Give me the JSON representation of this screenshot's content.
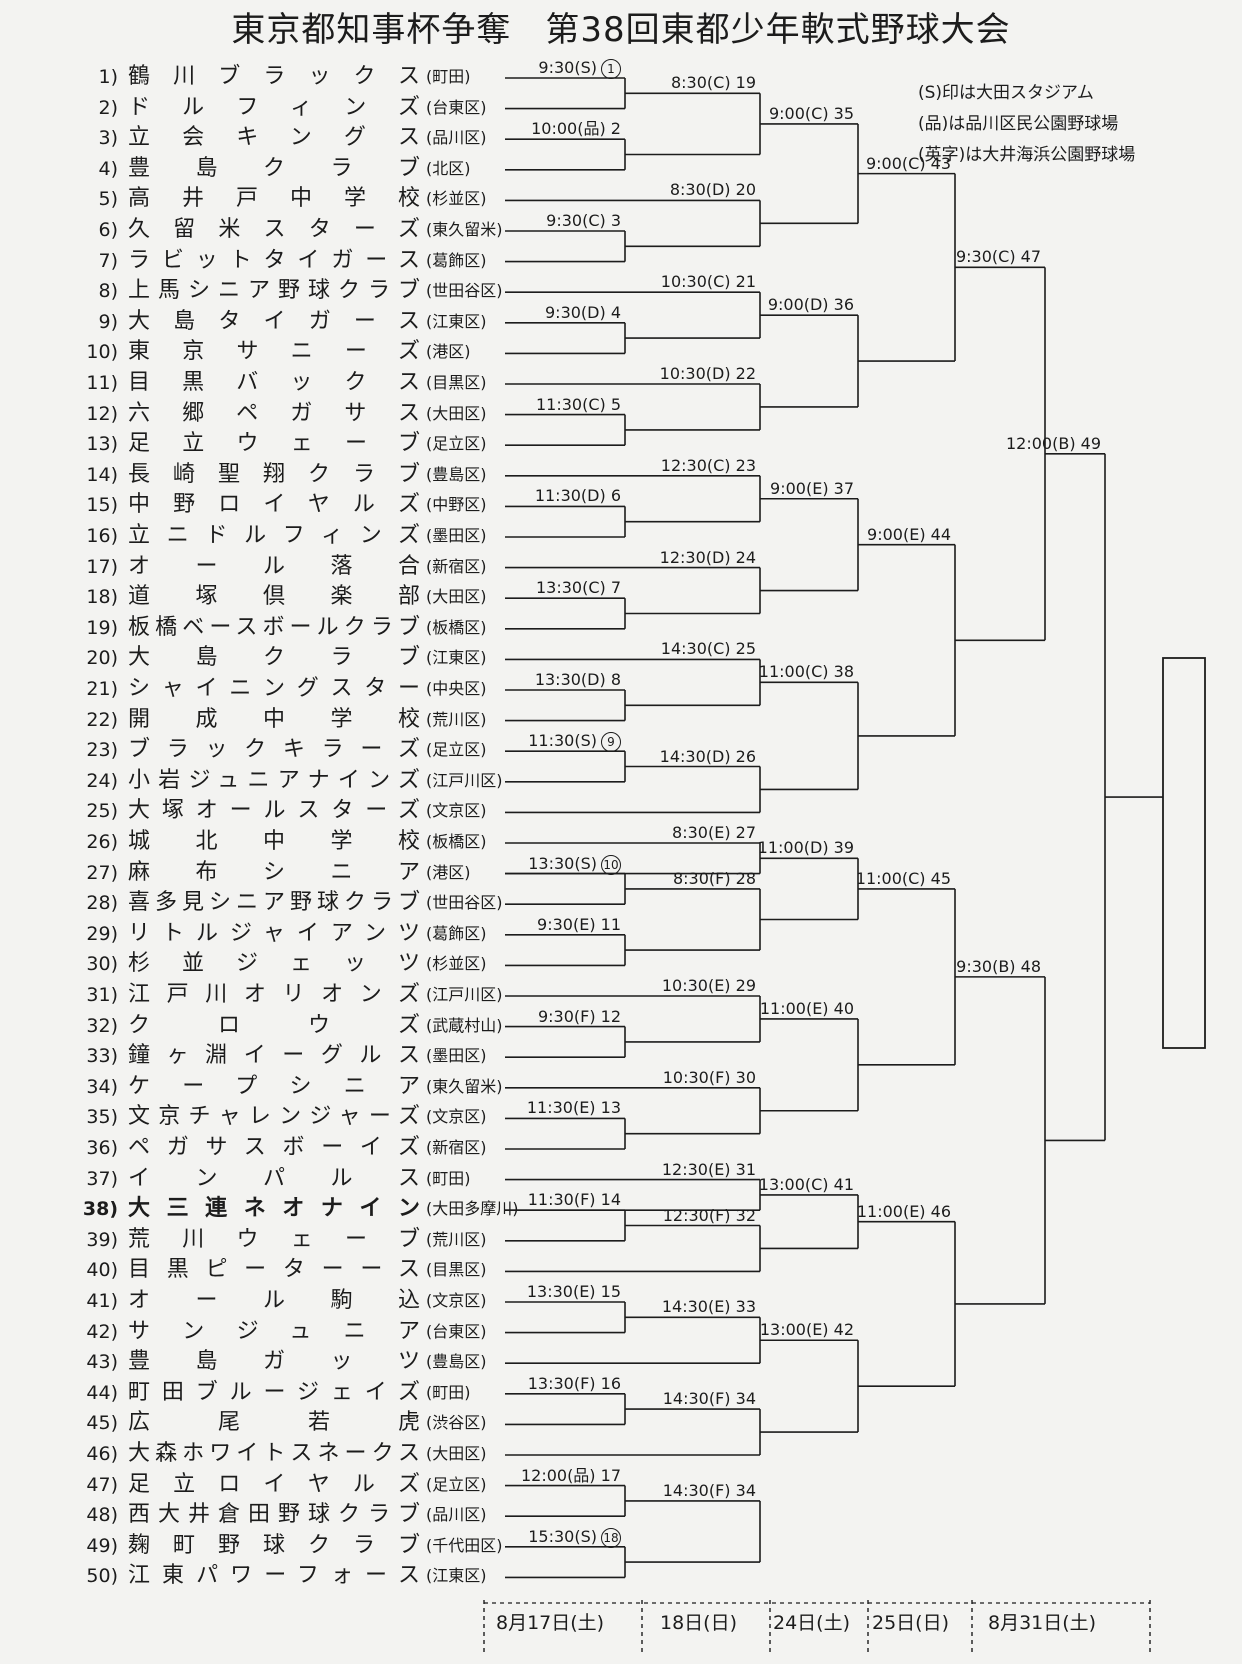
{
  "title_main": "東京都知事杯争奪",
  "title_sub": "第38回東都少年軟式野球大会",
  "legend": [
    "(S)印は大田スタジアム",
    "(品)は品川区民公園野球場",
    "(英字)は大井海浜公園野球場"
  ],
  "teams": [
    {
      "num": "1)",
      "name": "鶴川ブラックス",
      "region": "(町田)"
    },
    {
      "num": "2)",
      "name": "ドルフィンズ",
      "region": "(台東区)"
    },
    {
      "num": "3)",
      "name": "立会キングス",
      "region": "(品川区)"
    },
    {
      "num": "4)",
      "name": "豊島クラブ",
      "region": "(北区)"
    },
    {
      "num": "5)",
      "name": "高井戸中学校",
      "region": "(杉並区)"
    },
    {
      "num": "6)",
      "name": "久留米スターズ",
      "region": "(東久留米)"
    },
    {
      "num": "7)",
      "name": "ラビットタイガース",
      "region": "(葛飾区)"
    },
    {
      "num": "8)",
      "name": "上馬シニア野球クラブ",
      "region": "(世田谷区)"
    },
    {
      "num": "9)",
      "name": "大島タイガース",
      "region": "(江東区)"
    },
    {
      "num": "10)",
      "name": "東京サニーズ",
      "region": "(港区)"
    },
    {
      "num": "11)",
      "name": "目黒バックス",
      "region": "(目黒区)"
    },
    {
      "num": "12)",
      "name": "六郷ペガサス",
      "region": "(大田区)"
    },
    {
      "num": "13)",
      "name": "足立ウェーブ",
      "region": "(足立区)"
    },
    {
      "num": "14)",
      "name": "長崎聖翔クラブ",
      "region": "(豊島区)"
    },
    {
      "num": "15)",
      "name": "中野ロイヤルズ",
      "region": "(中野区)"
    },
    {
      "num": "16)",
      "name": "立ニドルフィンズ",
      "region": "(墨田区)"
    },
    {
      "num": "17)",
      "name": "オール落合",
      "region": "(新宿区)"
    },
    {
      "num": "18)",
      "name": "道塚倶楽部",
      "region": "(大田区)"
    },
    {
      "num": "19)",
      "name": "板橋ベースボールクラブ",
      "region": "(板橋区)"
    },
    {
      "num": "20)",
      "name": "大島クラブ",
      "region": "(江東区)"
    },
    {
      "num": "21)",
      "name": "シャイニングスター",
      "region": "(中央区)"
    },
    {
      "num": "22)",
      "name": "開成中学校",
      "region": "(荒川区)"
    },
    {
      "num": "23)",
      "name": "ブラックキラーズ",
      "region": "(足立区)"
    },
    {
      "num": "24)",
      "name": "小岩ジュニアナインズ",
      "region": "(江戸川区)"
    },
    {
      "num": "25)",
      "name": "大塚オールスターズ",
      "region": "(文京区)"
    },
    {
      "num": "26)",
      "name": "城北中学校",
      "region": "(板橋区)"
    },
    {
      "num": "27)",
      "name": "麻布シニア",
      "region": "(港区)"
    },
    {
      "num": "28)",
      "name": "喜多見シニア野球クラブ",
      "region": "(世田谷区)"
    },
    {
      "num": "29)",
      "name": "リトルジャイアンツ",
      "region": "(葛飾区)"
    },
    {
      "num": "30)",
      "name": "杉並ジェッツ",
      "region": "(杉並区)"
    },
    {
      "num": "31)",
      "name": "江戸川オリオンズ",
      "region": "(江戸川区)"
    },
    {
      "num": "32)",
      "name": "クロウズ",
      "region": "(武蔵村山)"
    },
    {
      "num": "33)",
      "name": "鐘ヶ淵イーグルス",
      "region": "(墨田区)"
    },
    {
      "num": "34)",
      "name": "ケープシニア",
      "region": "(東久留米)"
    },
    {
      "num": "35)",
      "name": "文京チャレンジャーズ",
      "region": "(文京区)"
    },
    {
      "num": "36)",
      "name": "ペガサスボーイズ",
      "region": "(新宿区)"
    },
    {
      "num": "37)",
      "name": "インパルス",
      "region": "(町田)"
    },
    {
      "num": "38)",
      "name": "大三連ネオナイン",
      "region": "(大田多摩川)",
      "bold": true
    },
    {
      "num": "39)",
      "name": "荒川ウェーブ",
      "region": "(荒川区)"
    },
    {
      "num": "40)",
      "name": "目黒ピーターース",
      "region": "(目黒区)"
    },
    {
      "num": "41)",
      "name": "オール駒込",
      "region": "(文京区)"
    },
    {
      "num": "42)",
      "name": "サンジュニア",
      "region": "(台東区)"
    },
    {
      "num": "43)",
      "name": "豊島ガッツ",
      "region": "(豊島区)"
    },
    {
      "num": "44)",
      "name": "町田ブルージェイズ",
      "region": "(町田)"
    },
    {
      "num": "45)",
      "name": "広尾若虎",
      "region": "(渋谷区)"
    },
    {
      "num": "46)",
      "name": "大森ホワイトスネークス",
      "region": "(大田区)"
    },
    {
      "num": "47)",
      "name": "足立ロイヤルズ",
      "region": "(足立区)"
    },
    {
      "num": "48)",
      "name": "西大井倉田野球クラブ",
      "region": "(品川区)"
    },
    {
      "num": "49)",
      "name": "麹町野球クラブ",
      "region": "(千代田区)"
    },
    {
      "num": "50)",
      "name": "江東パワーフォース",
      "region": "(江東区)"
    }
  ],
  "games": [
    {
      "id": "1",
      "text": "9:30(S)",
      "mark": "1"
    },
    {
      "id": "2",
      "text": "10:00(品) 2"
    },
    {
      "id": "3",
      "text": "9:30(C) 3"
    },
    {
      "id": "4",
      "text": "9:30(D) 4"
    },
    {
      "id": "5",
      "text": "11:30(C) 5"
    },
    {
      "id": "6",
      "text": "11:30(D) 6"
    },
    {
      "id": "7",
      "text": "13:30(C) 7"
    },
    {
      "id": "8",
      "text": "13:30(D) 8"
    },
    {
      "id": "9",
      "text": "11:30(S)",
      "mark": "9"
    },
    {
      "id": "10",
      "text": "13:30(S)",
      "mark": "10"
    },
    {
      "id": "11",
      "text": "9:30(E) 11"
    },
    {
      "id": "12",
      "text": "9:30(F) 12"
    },
    {
      "id": "13",
      "text": "11:30(E) 13"
    },
    {
      "id": "14",
      "text": "11:30(F) 14"
    },
    {
      "id": "15",
      "text": "13:30(E) 15"
    },
    {
      "id": "16",
      "text": "13:30(F) 16"
    },
    {
      "id": "17",
      "text": "12:00(品) 17"
    },
    {
      "id": "18",
      "text": "15:30(S)",
      "mark": "18"
    },
    {
      "id": "19",
      "text": "8:30(C) 19"
    },
    {
      "id": "20",
      "text": "8:30(D) 20"
    },
    {
      "id": "21",
      "text": "10:30(C) 21"
    },
    {
      "id": "22",
      "text": "10:30(D) 22"
    },
    {
      "id": "23",
      "text": "12:30(C) 23"
    },
    {
      "id": "24",
      "text": "12:30(D) 24"
    },
    {
      "id": "25",
      "text": "14:30(C) 25"
    },
    {
      "id": "26",
      "text": "14:30(D) 26"
    },
    {
      "id": "27",
      "text": "8:30(E) 27"
    },
    {
      "id": "28",
      "text": "8:30(F) 28"
    },
    {
      "id": "29",
      "text": "10:30(E) 29"
    },
    {
      "id": "30",
      "text": "10:30(F) 30"
    },
    {
      "id": "31",
      "text": "12:30(E) 31"
    },
    {
      "id": "32",
      "text": "12:30(F) 32"
    },
    {
      "id": "33",
      "text": "14:30(E) 33"
    },
    {
      "id": "34",
      "text": "14:30(F) 34"
    },
    {
      "id": "35",
      "text": "9:00(C) 35"
    },
    {
      "id": "36",
      "text": "9:00(D) 36"
    },
    {
      "id": "37",
      "text": "9:00(E) 37"
    },
    {
      "id": "38",
      "text": "11:00(C) 38"
    },
    {
      "id": "39",
      "text": "11:00(D) 39"
    },
    {
      "id": "40",
      "text": "11:00(E) 40"
    },
    {
      "id": "41",
      "text": "13:00(C) 41"
    },
    {
      "id": "42",
      "text": "13:00(E) 42"
    },
    {
      "id": "43",
      "text": "9:00(C) 43"
    },
    {
      "id": "44",
      "text": "9:00(E) 44"
    },
    {
      "id": "45",
      "text": "11:00(C) 45"
    },
    {
      "id": "46",
      "text": "11:00(E) 46"
    },
    {
      "id": "47",
      "text": "9:30(C) 47"
    },
    {
      "id": "48",
      "text": "9:30(B) 48"
    },
    {
      "id": "49",
      "text": "12:00(B) 49"
    }
  ],
  "dates": [
    "8月17日(土)",
    "18日(日)",
    "24日(土)",
    "25日(日)",
    "8月31日(土)"
  ]
}
